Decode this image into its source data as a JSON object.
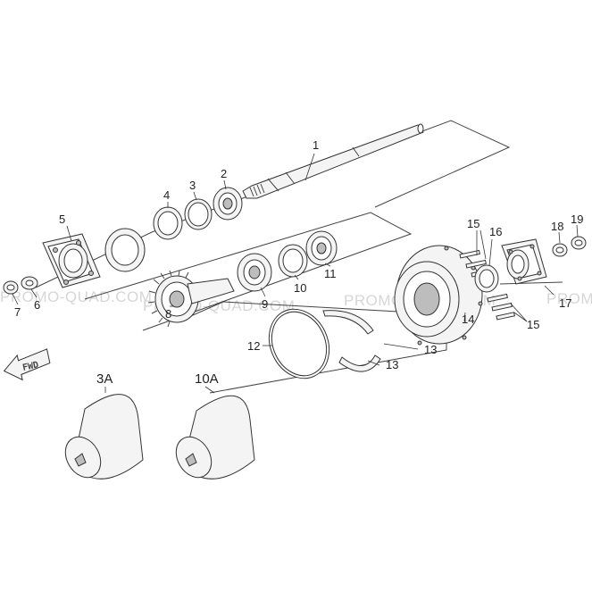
{
  "callouts": {
    "c1": "1",
    "c2": "2",
    "c3": "3",
    "c4": "4",
    "c5": "5",
    "c6": "6",
    "c7": "7",
    "c8": "8",
    "c9": "9",
    "c10": "10",
    "c11": "11",
    "c12": "12",
    "c13a": "13",
    "c13b": "13",
    "c14": "14",
    "c15a": "15",
    "c15b": "15",
    "c16": "16",
    "c17": "17",
    "c18": "18",
    "c19": "19"
  },
  "kits": {
    "kit_3a": "3A",
    "kit_10a": "10A"
  },
  "fwd_label": "FWD",
  "watermark": {
    "w1": "PROMO-QUAD.COM",
    "w2": "PROMO-QUAD.COM",
    "w3": "PROMO-QUAD.COM",
    "w4": "PROMO"
  }
}
